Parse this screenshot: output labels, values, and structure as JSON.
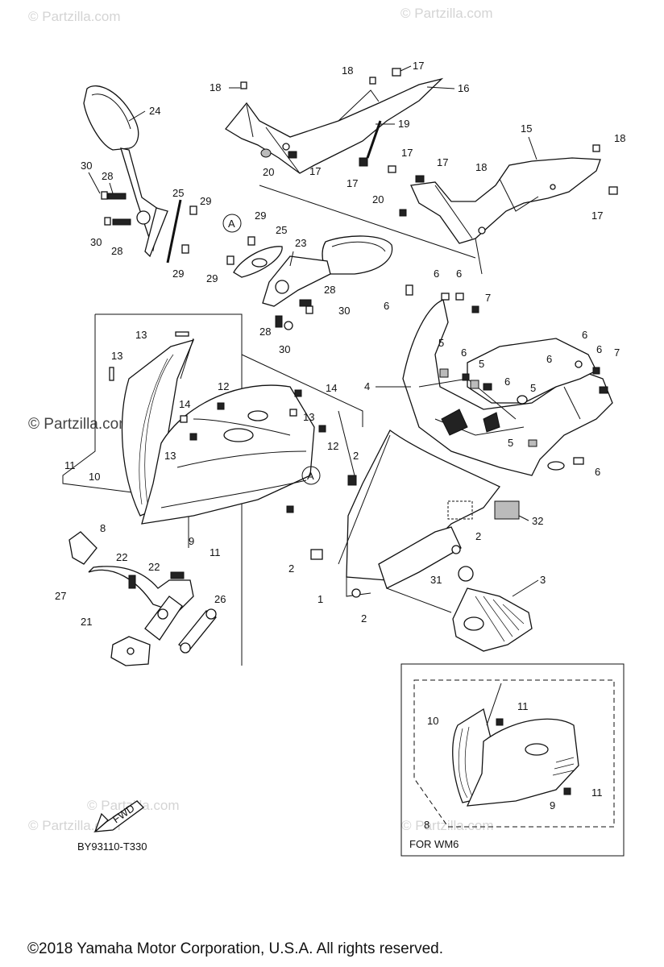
{
  "watermarks": [
    "© Partzilla.com",
    "© Partzilla.com",
    "© Partzilla.com",
    "© Partzilla.com",
    "© Partzilla.com"
  ],
  "side_watermark": "© Partzilla.com",
  "callouts": {
    "c1": "1",
    "c2a": "2",
    "c2b": "2",
    "c2c": "2",
    "c2d": "2",
    "c3": "3",
    "c4": "4",
    "c5a": "5",
    "c5b": "5",
    "c5c": "5",
    "c5d": "5",
    "c6a": "6",
    "c6b": "6",
    "c6c": "6",
    "c6d": "6",
    "c6e": "6",
    "c6f": "6",
    "c6g": "6",
    "c6h": "6",
    "c7a": "7",
    "c7b": "7",
    "c8": "8",
    "c9": "9",
    "c10": "10",
    "c11a": "11",
    "c11b": "11",
    "c12a": "12",
    "c12b": "12",
    "c13a": "13",
    "c13b": "13",
    "c13c": "13",
    "c13d": "13",
    "c14a": "14",
    "c14b": "14",
    "c15": "15",
    "c16": "16",
    "c17a": "17",
    "c17b": "17",
    "c17c": "17",
    "c17d": "17",
    "c17e": "17",
    "c17f": "17",
    "c18a": "18",
    "c18b": "18",
    "c18c": "18",
    "c18d": "18",
    "c19": "19",
    "c20a": "20",
    "c20b": "20",
    "c21": "21",
    "c22a": "22",
    "c22b": "22",
    "c23": "23",
    "c24": "24",
    "c25a": "25",
    "c25b": "25",
    "c26": "26",
    "c27": "27",
    "c28a": "28",
    "c28b": "28",
    "c28c": "28",
    "c28d": "28",
    "c29a": "29",
    "c29b": "29",
    "c29c": "29",
    "c29d": "29",
    "c30a": "30",
    "c30b": "30",
    "c30c": "30",
    "c30d": "30",
    "c31": "31",
    "c32": "32",
    "cA1": "A",
    "cA2": "A",
    "inset10": "10",
    "inset11a": "11",
    "inset11b": "11",
    "inset8": "8",
    "inset9": "9"
  },
  "inset_caption": "FOR WM6",
  "fwd_label": "FWD",
  "diagram_code": "BY93110-T330",
  "copyright": "©2018  Yamaha Motor Corporation, U.S.A. All rights reserved."
}
